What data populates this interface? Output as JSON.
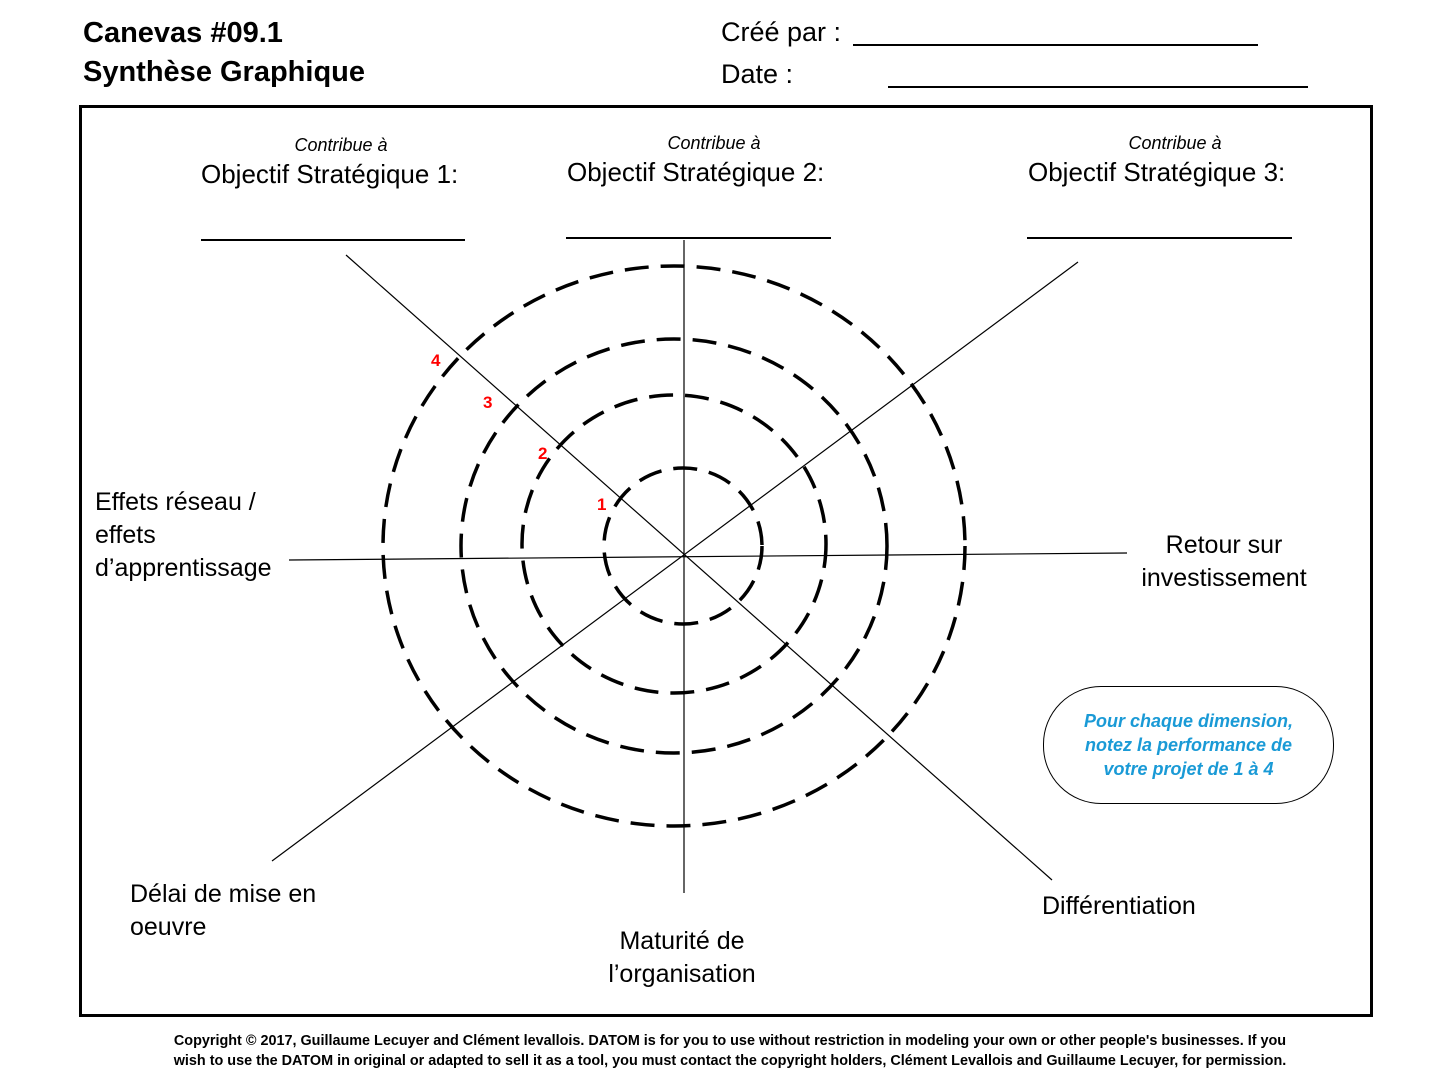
{
  "header": {
    "title_line1": "Canevas #09.1",
    "title_line2": "Synthèse Graphique",
    "created_by_label": "Créé par :",
    "date_label": "Date :"
  },
  "objectives": [
    {
      "contrib_label": "Contribue à",
      "title": "Objectif Stratégique 1:"
    },
    {
      "contrib_label": "Contribue à",
      "title": "Objectif Stratégique 2:"
    },
    {
      "contrib_label": "Contribue à",
      "title": "Objectif Stratégique 3:"
    }
  ],
  "dimensions": {
    "effets_line1": "Effets réseau /",
    "effets_line2": "effets",
    "effets_line3": "d’apprentissage",
    "retour_line1": "Retour sur",
    "retour_line2": "investissement",
    "delai_line1": "Délai de mise en",
    "delai_line2": "oeuvre",
    "maturite_line1": "Maturité de",
    "maturite_line2": "l’organisation",
    "differentiation": "Différentiation"
  },
  "scale": {
    "labels": [
      "1",
      "2",
      "3",
      "4"
    ],
    "color": "#ff0000"
  },
  "note": {
    "line1": "Pour chaque dimension,",
    "line2": "notez la performance de",
    "line3": "votre projet de 1 à 4",
    "color": "#1a9ad6"
  },
  "copyright": {
    "line1": "Copyright © 2017, Guillaume Lecuyer and Clément levallois. DATOM is for you to use without restriction in modeling your own or other people's businesses. If you",
    "line2": "wish to use the DATOM in original or adapted to sell it as a tool, you must contact the copyright holders, Clément Levallois and Guillaume Lecuyer, for permission."
  }
}
